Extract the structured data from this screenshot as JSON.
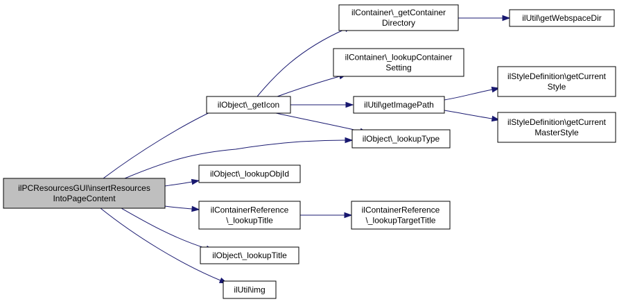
{
  "graph": {
    "nodes": [
      {
        "id": "root",
        "lines": [
          "ilPCResourcesGUI\\insertResources",
          "IntoPageContent"
        ],
        "root": true
      },
      {
        "id": "getIcon",
        "lines": [
          "ilObject\\_getIcon"
        ]
      },
      {
        "id": "lookupObjId",
        "lines": [
          "ilObject\\_lookupObjId"
        ]
      },
      {
        "id": "containerRefLookupTitle",
        "lines": [
          "ilContainerReference",
          "\\_lookupTitle"
        ]
      },
      {
        "id": "objLookupTitle",
        "lines": [
          "ilObject\\_lookupTitle"
        ]
      },
      {
        "id": "img",
        "lines": [
          "ilUtil\\img"
        ]
      },
      {
        "id": "lookupType",
        "lines": [
          "ilObject\\_lookupType"
        ]
      },
      {
        "id": "getContainerDirectory",
        "lines": [
          "ilContainer\\_getContainer",
          "Directory"
        ]
      },
      {
        "id": "lookupContainerSetting",
        "lines": [
          "ilContainer\\_lookupContainer",
          "Setting"
        ]
      },
      {
        "id": "getImagePath",
        "lines": [
          "ilUtil\\getImagePath"
        ]
      },
      {
        "id": "getWebspaceDir",
        "lines": [
          "ilUtil\\getWebspaceDir"
        ]
      },
      {
        "id": "getCurrentStyle",
        "lines": [
          "ilStyleDefinition\\getCurrent",
          "Style"
        ]
      },
      {
        "id": "getCurrentMasterStyle",
        "lines": [
          "ilStyleDefinition\\getCurrent",
          "MasterStyle"
        ]
      },
      {
        "id": "lookupTargetTitle",
        "lines": [
          "ilContainerReference",
          "\\_lookupTargetTitle"
        ]
      }
    ],
    "edges": [
      {
        "from": "root",
        "to": "getIcon"
      },
      {
        "from": "root",
        "to": "lookupType"
      },
      {
        "from": "root",
        "to": "lookupObjId"
      },
      {
        "from": "root",
        "to": "containerRefLookupTitle"
      },
      {
        "from": "root",
        "to": "objLookupTitle"
      },
      {
        "from": "root",
        "to": "img"
      },
      {
        "from": "getIcon",
        "to": "getContainerDirectory"
      },
      {
        "from": "getIcon",
        "to": "lookupContainerSetting"
      },
      {
        "from": "getIcon",
        "to": "getImagePath"
      },
      {
        "from": "getIcon",
        "to": "lookupType"
      },
      {
        "from": "getContainerDirectory",
        "to": "getWebspaceDir"
      },
      {
        "from": "getImagePath",
        "to": "getCurrentStyle"
      },
      {
        "from": "getImagePath",
        "to": "getCurrentMasterStyle"
      },
      {
        "from": "containerRefLookupTitle",
        "to": "lookupTargetTitle"
      }
    ]
  },
  "colors": {
    "edge": "#191970",
    "root_fill": "#bfbfbf",
    "node_fill": "#ffffff",
    "border": "#000000"
  }
}
